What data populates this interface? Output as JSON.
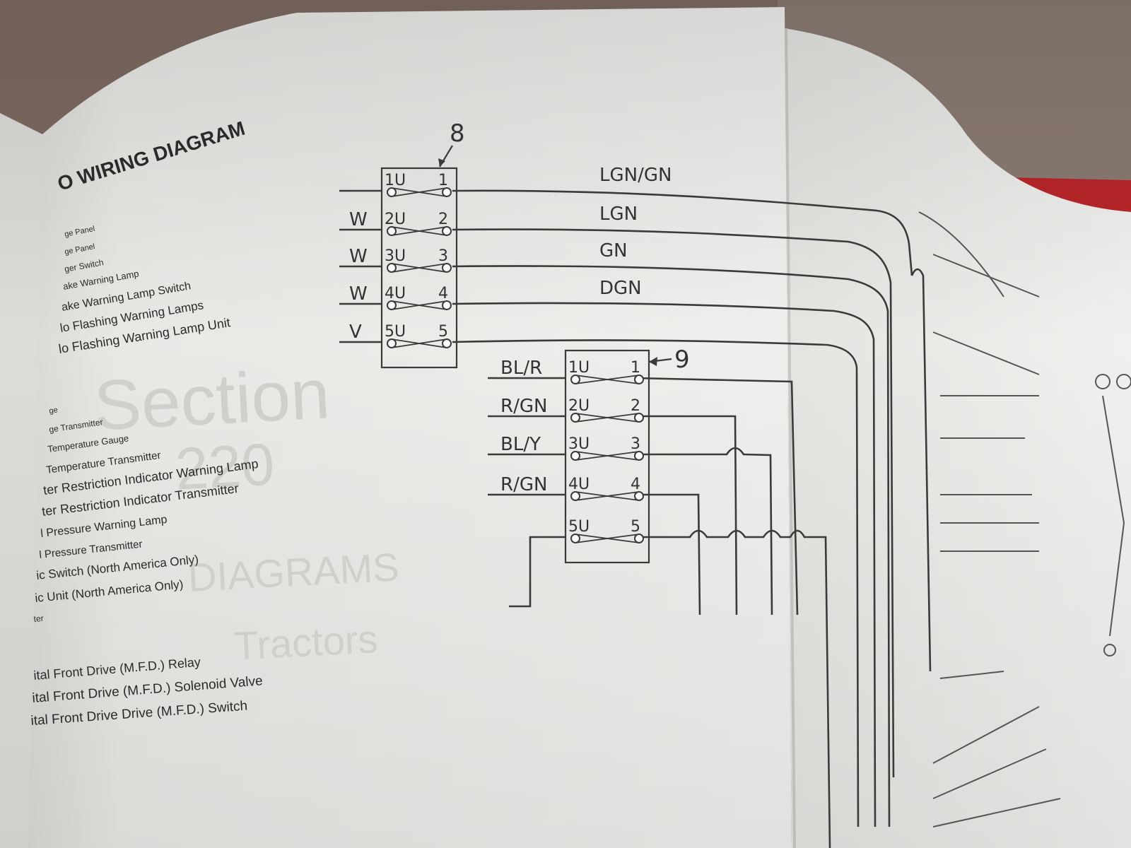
{
  "page": {
    "heading": "O WIRING DIAGRAM",
    "watermark": {
      "section": "Section",
      "number": "220",
      "subtitle": "DIAGRAMS",
      "footer": "Tractors"
    },
    "legend_lines": [
      "ge Panel",
      "ge Panel",
      "ger Switch",
      "ake Warning Lamp",
      "ake Warning Lamp Switch",
      "lo Flashing Warning Lamps",
      "lo Flashing Warning Lamp Unit",
      "ge",
      "ge Transmitter",
      "Temperature Gauge",
      "Temperature Transmitter",
      "ter Restriction Indicator Warning Lamp",
      "ter Restriction Indicator Transmitter",
      "l Pressure Warning Lamp",
      "l Pressure Transmitter",
      "ic Switch (North America Only)",
      "ic Unit (North America Only)",
      "ter",
      "ital Front Drive (M.F.D.) Relay",
      "ital Front Drive (M.F.D.) Solenoid Valve",
      "ital Front Drive Drive (M.F.D.) Switch"
    ]
  },
  "connectors": [
    {
      "callout": "8",
      "pins": [
        {
          "left": "1U",
          "right": "1",
          "entry_wire": "",
          "exit_wire": "LGN/GN"
        },
        {
          "left": "2U",
          "right": "2",
          "entry_wire": "W",
          "exit_wire": "LGN"
        },
        {
          "left": "3U",
          "right": "3",
          "entry_wire": "W",
          "exit_wire": "GN"
        },
        {
          "left": "4U",
          "right": "4",
          "entry_wire": "W",
          "exit_wire": "DGN"
        },
        {
          "left": "5U",
          "right": "5",
          "entry_wire": "V",
          "exit_wire": ""
        }
      ]
    },
    {
      "callout": "9",
      "pins": [
        {
          "left": "1U",
          "right": "1",
          "entry_wire": "BL/R",
          "exit_wire": ""
        },
        {
          "left": "2U",
          "right": "2",
          "entry_wire": "R/GN",
          "exit_wire": ""
        },
        {
          "left": "3U",
          "right": "3",
          "entry_wire": "BL/Y",
          "exit_wire": ""
        },
        {
          "left": "4U",
          "right": "4",
          "entry_wire": "R/GN",
          "exit_wire": ""
        },
        {
          "left": "5U",
          "right": "5",
          "entry_wire": "",
          "exit_wire": ""
        }
      ]
    }
  ],
  "colors": {
    "paper": "#eeeeec",
    "ink": "#3a3a3a",
    "background": "#7d6a62"
  }
}
